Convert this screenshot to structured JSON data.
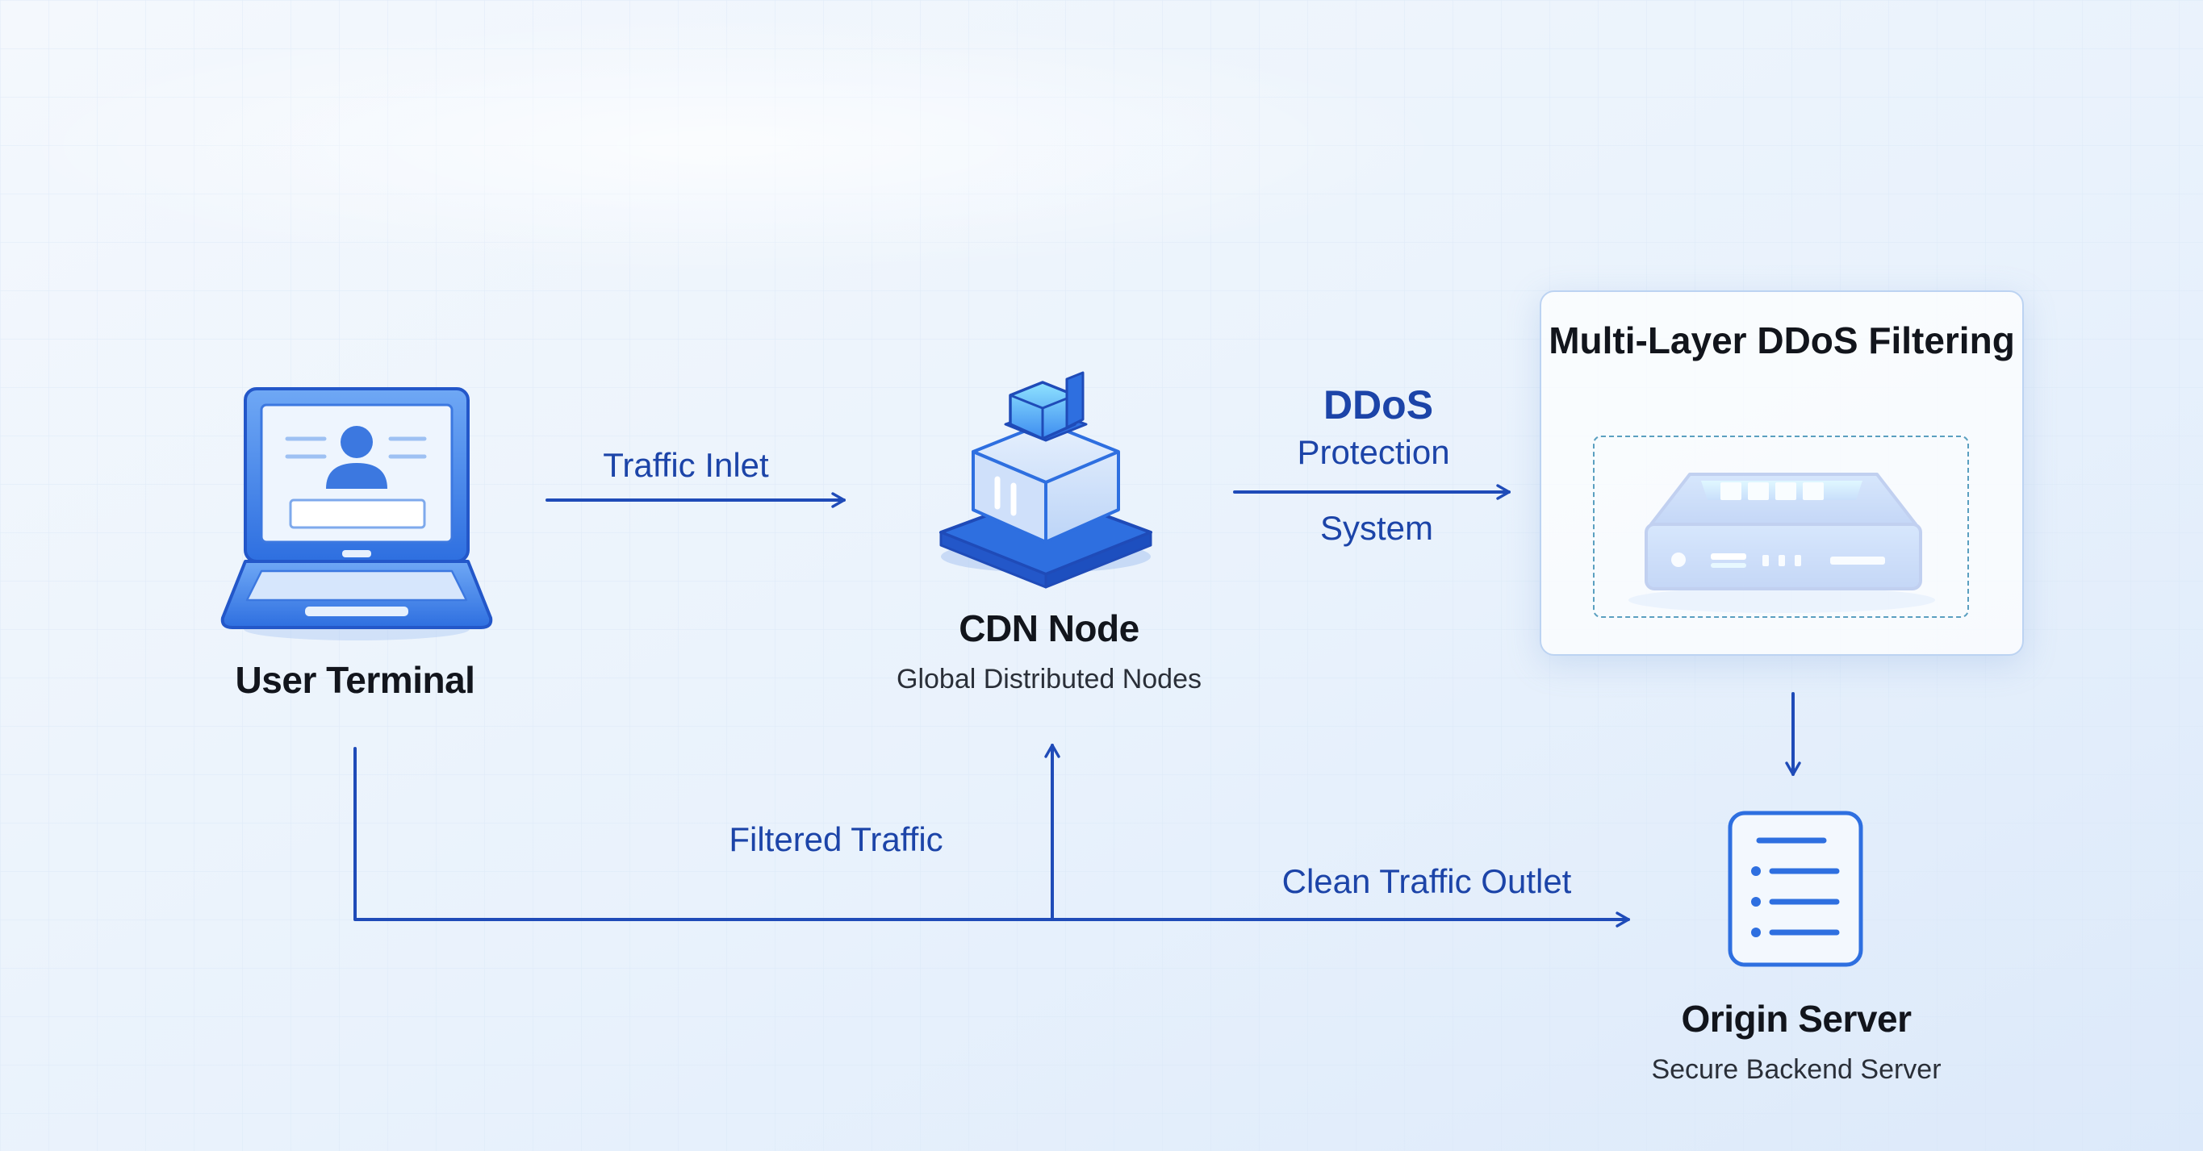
{
  "nodes": {
    "user_terminal": {
      "title": "User Terminal"
    },
    "cdn_node": {
      "title": "CDN Node",
      "subtitle": "Global Distributed Nodes"
    },
    "ddos_protection": {
      "line1": "DDoS",
      "line2": "Protection",
      "line3": "System"
    },
    "ddos_filtering": {
      "title": "Multi-Layer DDoS Filtering"
    },
    "origin_server": {
      "title": "Origin Server",
      "subtitle": "Secure Backend Server"
    }
  },
  "edges": {
    "traffic_inlet": "Traffic Inlet",
    "filtered_traffic": "Filtered Traffic",
    "clean_traffic_outlet": "Clean Traffic Outlet"
  },
  "colors": {
    "accent": "#2f6fe0",
    "line": "#1f4bb8",
    "text_dark": "#12151c",
    "text_blue": "#1c44a8",
    "background": "#eaf3fc"
  },
  "icons": {
    "user_terminal": "laptop-user-icon",
    "cdn_node": "cube-stack-icon",
    "ddos_filtering": "firewall-appliance-icon",
    "origin_server": "server-list-icon"
  }
}
